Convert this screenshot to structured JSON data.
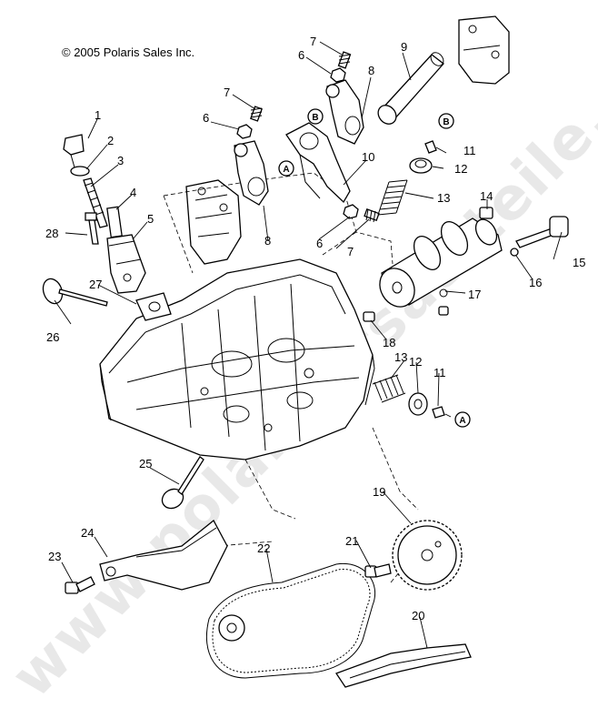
{
  "copyright": "© 2005 Polaris Sales Inc.",
  "watermark": "www.polarisersatzteile.de",
  "callouts": [
    {
      "id": "c1",
      "label": "1"
    },
    {
      "id": "c2",
      "label": "2"
    },
    {
      "id": "c3",
      "label": "3"
    },
    {
      "id": "c4",
      "label": "4"
    },
    {
      "id": "c5",
      "label": "5"
    },
    {
      "id": "c6a",
      "label": "6"
    },
    {
      "id": "c6b",
      "label": "6"
    },
    {
      "id": "c6c",
      "label": "6"
    },
    {
      "id": "c7a",
      "label": "7"
    },
    {
      "id": "c7b",
      "label": "7"
    },
    {
      "id": "c7c",
      "label": "7"
    },
    {
      "id": "c8a",
      "label": "8"
    },
    {
      "id": "c8b",
      "label": "8"
    },
    {
      "id": "c9",
      "label": "9"
    },
    {
      "id": "c10",
      "label": "10"
    },
    {
      "id": "c11a",
      "label": "11"
    },
    {
      "id": "c11b",
      "label": "11"
    },
    {
      "id": "c12a",
      "label": "12"
    },
    {
      "id": "c12b",
      "label": "12"
    },
    {
      "id": "c13a",
      "label": "13"
    },
    {
      "id": "c13b",
      "label": "13"
    },
    {
      "id": "c14",
      "label": "14"
    },
    {
      "id": "c15",
      "label": "15"
    },
    {
      "id": "c16",
      "label": "16"
    },
    {
      "id": "c17",
      "label": "17"
    },
    {
      "id": "c18",
      "label": "18"
    },
    {
      "id": "c19",
      "label": "19"
    },
    {
      "id": "c20",
      "label": "20"
    },
    {
      "id": "c21",
      "label": "21"
    },
    {
      "id": "c22",
      "label": "22"
    },
    {
      "id": "c23",
      "label": "23"
    },
    {
      "id": "c24",
      "label": "24"
    },
    {
      "id": "c25",
      "label": "25"
    },
    {
      "id": "c26",
      "label": "26"
    },
    {
      "id": "c27",
      "label": "27"
    },
    {
      "id": "c28",
      "label": "28"
    }
  ],
  "ref_markers": [
    {
      "id": "rA1",
      "label": "A"
    },
    {
      "id": "rA2",
      "label": "A"
    },
    {
      "id": "rB1",
      "label": "B"
    },
    {
      "id": "rB2",
      "label": "B"
    }
  ]
}
